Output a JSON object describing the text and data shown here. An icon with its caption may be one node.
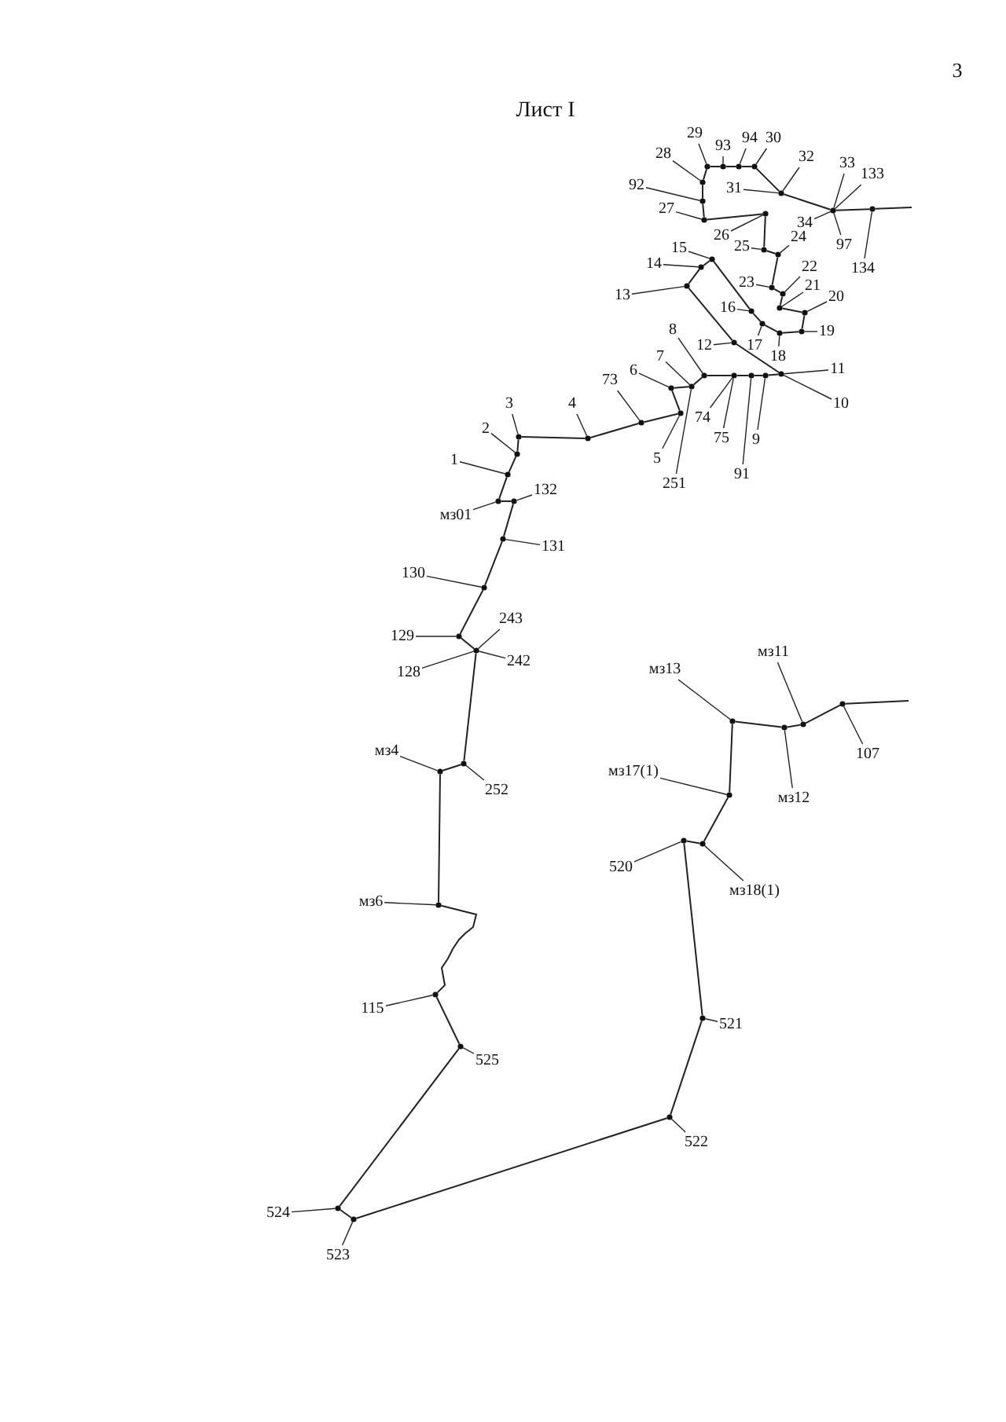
{
  "diagram": {
    "title": "Лист I",
    "nodes": [
      {
        "text": [
          "29"
        ]
      },
      {
        "text": [
          "94"
        ]
      },
      {
        "text": [
          "30"
        ]
      },
      {
        "text": [
          "93"
        ]
      },
      {
        "text": [
          "28"
        ]
      },
      {
        "text": [
          "32"
        ]
      },
      {
        "text": [
          "33"
        ]
      },
      {
        "text": [
          "133"
        ]
      },
      {
        "text": [
          "92"
        ]
      },
      {
        "text": [
          "31"
        ]
      },
      {
        "text": [
          "27"
        ]
      },
      {
        "text": [
          "34"
        ]
      },
      {
        "text": [
          "26"
        ]
      },
      {
        "text": [
          "24"
        ]
      },
      {
        "text": [
          "97"
        ]
      },
      {
        "text": [
          "25"
        ]
      },
      {
        "text": [
          "15"
        ]
      },
      {
        "text": [
          "14"
        ]
      },
      {
        "text": [
          "134"
        ]
      },
      {
        "text": [
          "22"
        ]
      },
      {
        "text": [
          "23"
        ]
      },
      {
        "text": [
          "21"
        ]
      },
      {
        "text": [
          "13"
        ]
      },
      {
        "text": [
          "20"
        ]
      },
      {
        "text": [
          "16"
        ]
      },
      {
        "text": [
          "8"
        ]
      },
      {
        "text": [
          "19"
        ]
      },
      {
        "text": [
          "17"
        ]
      },
      {
        "text": [
          "12"
        ]
      },
      {
        "text": [
          "18"
        ]
      },
      {
        "text": [
          "7"
        ]
      },
      {
        "text": [
          "11"
        ]
      },
      {
        "text": [
          "6"
        ]
      },
      {
        "text": [
          "73"
        ]
      },
      {
        "text": [
          "10"
        ]
      },
      {
        "text": [
          "4"
        ]
      },
      {
        "text": [
          "3"
        ]
      },
      {
        "text": [
          "74"
        ]
      },
      {
        "text": [
          "2"
        ]
      },
      {
        "text": [
          "75"
        ]
      },
      {
        "text": [
          "9"
        ]
      },
      {
        "text": [
          "5"
        ]
      },
      {
        "text": [
          "1"
        ]
      },
      {
        "text": [
          "91"
        ]
      },
      {
        "text": [
          "251"
        ]
      },
      {
        "text": [
          "132"
        ]
      },
      {
        "text": [
          "мз01"
        ]
      },
      {
        "text": [
          "131"
        ]
      },
      {
        "text": [
          "130"
        ]
      },
      {
        "text": [
          "243"
        ]
      },
      {
        "text": [
          "129"
        ]
      },
      {
        "text": [
          "242"
        ]
      },
      {
        "text": [
          "128"
        ]
      },
      {
        "text": [
          "мз11"
        ]
      },
      {
        "text": [
          "мз13"
        ]
      },
      {
        "text": [
          "мз4"
        ]
      },
      {
        "text": [
          "107"
        ]
      },
      {
        "text": [
          "мз17(1)"
        ]
      },
      {
        "text": [
          "252"
        ]
      },
      {
        "text": [
          "мз12"
        ]
      },
      {
        "text": [
          "520"
        ]
      },
      {
        "text": [
          "мз18(1)"
        ]
      },
      {
        "text": [
          "мз6"
        ]
      },
      {
        "text": [
          "115"
        ]
      },
      {
        "text": [
          "521"
        ]
      },
      {
        "text": [
          "525"
        ]
      },
      {
        "text": [
          "522"
        ]
      },
      {
        "text": [
          "524"
        ]
      },
      {
        "text": [
          "523"
        ]
      },
      {
        "text": [],
        "shape": "circle"
      },
      {
        "text": [],
        "shape": "circle"
      },
      {
        "text": [],
        "shape": "circle"
      },
      {
        "text": [],
        "shape": "circle"
      },
      {
        "text": [],
        "shape": "circle"
      },
      {
        "text": [],
        "shape": "circle"
      },
      {
        "text": [],
        "shape": "circle"
      },
      {
        "text": [],
        "shape": "circle"
      },
      {
        "text": [],
        "shape": "circle"
      },
      {
        "text": [],
        "shape": "circle"
      },
      {
        "text": [],
        "shape": "circle"
      },
      {
        "text": [],
        "shape": "circle"
      },
      {
        "text": [],
        "shape": "circle"
      },
      {
        "text": [],
        "shape": "circle"
      },
      {
        "text": [],
        "shape": "circle"
      },
      {
        "text": [],
        "shape": "circle"
      },
      {
        "text": [],
        "shape": "circle"
      },
      {
        "text": [],
        "shape": "circle"
      },
      {
        "text": [],
        "shape": "circle"
      },
      {
        "text": [],
        "shape": "circle"
      },
      {
        "text": [],
        "shape": "circle"
      },
      {
        "text": [],
        "shape": "circle"
      },
      {
        "text": [],
        "shape": "circle"
      },
      {
        "text": [],
        "shape": "circle"
      },
      {
        "text": [],
        "shape": "circle"
      },
      {
        "text": [],
        "shape": "circle"
      },
      {
        "text": [],
        "shape": "circle"
      },
      {
        "text": [],
        "shape": "circle"
      },
      {
        "text": [],
        "shape": "circle"
      },
      {
        "text": [],
        "shape": "circle"
      },
      {
        "text": [],
        "shape": "circle"
      },
      {
        "text": [],
        "shape": "circle"
      },
      {
        "text": [],
        "shape": "circle"
      },
      {
        "text": [],
        "shape": "circle"
      },
      {
        "text": [],
        "shape": "circle"
      },
      {
        "text": [],
        "shape": "circle"
      },
      {
        "text": [],
        "shape": "circle"
      },
      {
        "text": [],
        "shape": "circle"
      },
      {
        "text": [],
        "shape": "circle"
      },
      {
        "text": [],
        "shape": "circle"
      },
      {
        "text": [],
        "shape": "circle"
      },
      {
        "text": [],
        "shape": "circle"
      },
      {
        "text": [],
        "shape": "circle"
      },
      {
        "text": [],
        "shape": "circle"
      },
      {
        "text": [],
        "shape": "circle"
      },
      {
        "text": [],
        "shape": "circle"
      },
      {
        "text": [],
        "shape": "circle"
      },
      {
        "text": [],
        "shape": "circle"
      },
      {
        "text": [],
        "shape": "circle"
      },
      {
        "text": [],
        "shape": "circle"
      },
      {
        "text": [],
        "shape": "circle"
      },
      {
        "text": [],
        "shape": "circle"
      },
      {
        "text": [],
        "shape": "circle"
      },
      {
        "text": [],
        "shape": "circle"
      },
      {
        "text": [],
        "shape": "circle"
      },
      {
        "text": [],
        "shape": "circle"
      },
      {
        "text": [],
        "shape": "circle"
      },
      {
        "text": [],
        "shape": "circle"
      },
      {
        "text": [],
        "shape": "circle"
      },
      {
        "text": [],
        "shape": "circle"
      }
    ],
    "edges": [
      {
        "from": 0,
        "to": 75,
        "arrow": "none"
      },
      {
        "from": 1,
        "to": 73,
        "arrow": "none"
      },
      {
        "from": 2,
        "to": 72,
        "arrow": "none"
      },
      {
        "from": 3,
        "to": 74,
        "arrow": "none"
      },
      {
        "from": 4,
        "to": 76,
        "arrow": "none"
      },
      {
        "from": 5,
        "to": 71,
        "arrow": "none"
      },
      {
        "from": 6,
        "to": 70,
        "arrow": "none"
      },
      {
        "from": 7,
        "to": 70,
        "arrow": "none"
      },
      {
        "from": 8,
        "to": 77,
        "arrow": "none"
      },
      {
        "from": 9,
        "to": 71,
        "arrow": "none"
      },
      {
        "from": 10,
        "to": 78,
        "arrow": "none"
      },
      {
        "from": 11,
        "to": 70,
        "arrow": "none"
      },
      {
        "from": 12,
        "to": 79,
        "arrow": "none"
      },
      {
        "from": 13,
        "to": 81,
        "arrow": "none"
      },
      {
        "from": 14,
        "to": 70,
        "arrow": "none"
      },
      {
        "from": 15,
        "to": 80,
        "arrow": "none"
      },
      {
        "from": 16,
        "to": 90,
        "arrow": "none"
      },
      {
        "from": 17,
        "to": 91,
        "arrow": "none"
      },
      {
        "from": 18,
        "to": 69,
        "arrow": "none"
      },
      {
        "from": 19,
        "to": 83,
        "arrow": "none"
      },
      {
        "from": 20,
        "to": 82,
        "arrow": "none"
      },
      {
        "from": 21,
        "to": 84,
        "arrow": "none"
      },
      {
        "from": 22,
        "to": 92,
        "arrow": "none"
      },
      {
        "from": 23,
        "to": 85,
        "arrow": "none"
      },
      {
        "from": 24,
        "to": 89,
        "arrow": "none"
      },
      {
        "from": 25,
        "to": 98,
        "arrow": "none"
      },
      {
        "from": 26,
        "to": 86,
        "arrow": "none"
      },
      {
        "from": 27,
        "to": 88,
        "arrow": "none"
      },
      {
        "from": 28,
        "to": 93,
        "arrow": "none"
      },
      {
        "from": 29,
        "to": 87,
        "arrow": "none"
      },
      {
        "from": 30,
        "to": 99,
        "arrow": "none"
      },
      {
        "from": 31,
        "to": 94,
        "arrow": "none"
      },
      {
        "from": 32,
        "to": 100,
        "arrow": "none"
      },
      {
        "from": 33,
        "to": 102,
        "arrow": "none"
      },
      {
        "from": 34,
        "to": 94,
        "arrow": "none"
      },
      {
        "from": 35,
        "to": 103,
        "arrow": "none"
      },
      {
        "from": 36,
        "to": 104,
        "arrow": "none"
      },
      {
        "from": 37,
        "to": 97,
        "arrow": "none"
      },
      {
        "from": 38,
        "to": 105,
        "arrow": "none"
      },
      {
        "from": 39,
        "to": 97,
        "arrow": "none"
      },
      {
        "from": 40,
        "to": 95,
        "arrow": "none"
      },
      {
        "from": 41,
        "to": 101,
        "arrow": "none"
      },
      {
        "from": 42,
        "to": 106,
        "arrow": "none"
      },
      {
        "from": 43,
        "to": 96,
        "arrow": "none"
      },
      {
        "from": 44,
        "to": 99,
        "arrow": "none"
      },
      {
        "from": 45,
        "to": 108,
        "arrow": "none"
      },
      {
        "from": 46,
        "to": 107,
        "arrow": "none"
      },
      {
        "from": 47,
        "to": 109,
        "arrow": "none"
      },
      {
        "from": 48,
        "to": 110,
        "arrow": "none"
      },
      {
        "from": 49,
        "to": 112,
        "arrow": "none"
      },
      {
        "from": 50,
        "to": 111,
        "arrow": "none"
      },
      {
        "from": 51,
        "to": 112,
        "arrow": "none"
      },
      {
        "from": 52,
        "to": 112,
        "arrow": "none"
      },
      {
        "from": 53,
        "to": 127,
        "arrow": "none"
      },
      {
        "from": 54,
        "to": 125,
        "arrow": "none"
      },
      {
        "from": 55,
        "to": 114,
        "arrow": "none"
      },
      {
        "from": 56,
        "to": 128,
        "arrow": "none"
      },
      {
        "from": 57,
        "to": 124,
        "arrow": "none"
      },
      {
        "from": 58,
        "to": 113,
        "arrow": "none"
      },
      {
        "from": 59,
        "to": 126,
        "arrow": "none"
      },
      {
        "from": 60,
        "to": 122,
        "arrow": "none"
      },
      {
        "from": 61,
        "to": 123,
        "arrow": "none"
      },
      {
        "from": 62,
        "to": 115,
        "arrow": "none"
      },
      {
        "from": 63,
        "to": 116,
        "arrow": "none"
      },
      {
        "from": 64,
        "to": 121,
        "arrow": "none"
      },
      {
        "from": 65,
        "to": 117,
        "arrow": "none"
      },
      {
        "from": 66,
        "to": 120,
        "arrow": "none"
      },
      {
        "from": 67,
        "to": 118,
        "arrow": "none"
      },
      {
        "from": 68,
        "to": 119,
        "arrow": "none"
      },
      {
        "from": 69,
        "to": 70,
        "arrow": "none"
      },
      {
        "from": 70,
        "to": 71,
        "arrow": "none"
      },
      {
        "from": 71,
        "to": 72,
        "arrow": "none"
      },
      {
        "from": 72,
        "to": 73,
        "arrow": "none"
      },
      {
        "from": 73,
        "to": 74,
        "arrow": "none"
      },
      {
        "from": 74,
        "to": 75,
        "arrow": "none"
      },
      {
        "from": 75,
        "to": 76,
        "arrow": "none"
      },
      {
        "from": 76,
        "to": 77,
        "arrow": "none"
      },
      {
        "from": 77,
        "to": 78,
        "arrow": "none"
      },
      {
        "from": 78,
        "to": 79,
        "arrow": "none"
      },
      {
        "from": 79,
        "to": 80,
        "arrow": "none"
      },
      {
        "from": 80,
        "to": 81,
        "arrow": "none"
      },
      {
        "from": 81,
        "to": 82,
        "arrow": "none"
      },
      {
        "from": 82,
        "to": 83,
        "arrow": "none"
      },
      {
        "from": 83,
        "to": 84,
        "arrow": "none"
      },
      {
        "from": 84,
        "to": 85,
        "arrow": "none"
      },
      {
        "from": 85,
        "to": 86,
        "arrow": "none"
      },
      {
        "from": 86,
        "to": 87,
        "arrow": "none"
      },
      {
        "from": 87,
        "to": 88,
        "arrow": "none"
      },
      {
        "from": 88,
        "to": 89,
        "arrow": "none"
      },
      {
        "from": 89,
        "to": 90,
        "arrow": "none"
      },
      {
        "from": 90,
        "to": 91,
        "arrow": "none"
      },
      {
        "from": 91,
        "to": 92,
        "arrow": "none"
      },
      {
        "from": 92,
        "to": 93,
        "arrow": "none"
      },
      {
        "from": 93,
        "to": 94,
        "arrow": "none"
      },
      {
        "from": 94,
        "to": 95,
        "arrow": "none"
      },
      {
        "from": 95,
        "to": 96,
        "arrow": "none"
      },
      {
        "from": 96,
        "to": 97,
        "arrow": "none"
      },
      {
        "from": 97,
        "to": 98,
        "arrow": "none"
      },
      {
        "from": 98,
        "to": 99,
        "arrow": "none"
      },
      {
        "from": 99,
        "to": 100,
        "arrow": "none"
      },
      {
        "from": 100,
        "to": 101,
        "arrow": "none"
      },
      {
        "from": 101,
        "to": 102,
        "arrow": "none"
      },
      {
        "from": 102,
        "to": 103,
        "arrow": "none"
      },
      {
        "from": 103,
        "to": 104,
        "arrow": "none"
      },
      {
        "from": 104,
        "to": 105,
        "arrow": "none"
      },
      {
        "from": 105,
        "to": 106,
        "arrow": "none"
      },
      {
        "from": 106,
        "to": 107,
        "arrow": "none"
      },
      {
        "from": 107,
        "to": 108,
        "arrow": "none"
      },
      {
        "from": 108,
        "to": 109,
        "arrow": "none"
      },
      {
        "from": 109,
        "to": 110,
        "arrow": "none"
      },
      {
        "from": 110,
        "to": 111,
        "arrow": "none"
      },
      {
        "from": 111,
        "to": 112,
        "arrow": "none"
      },
      {
        "from": 112,
        "to": 113,
        "arrow": "none"
      },
      {
        "from": 113,
        "to": 114,
        "arrow": "none"
      },
      {
        "from": 114,
        "to": 115,
        "arrow": "none"
      },
      {
        "from": 115,
        "to": 116,
        "arrow": "none"
      },
      {
        "from": 116,
        "to": 117,
        "arrow": "none"
      },
      {
        "from": 117,
        "to": 118,
        "arrow": "none"
      },
      {
        "from": 118,
        "to": 119,
        "arrow": "none"
      },
      {
        "from": 119,
        "to": 120,
        "arrow": "none"
      },
      {
        "from": 120,
        "to": 121,
        "arrow": "none"
      },
      {
        "from": 121,
        "to": 122,
        "arrow": "none"
      },
      {
        "from": 122,
        "to": 123,
        "arrow": "none"
      },
      {
        "from": 123,
        "to": 124,
        "arrow": "none"
      },
      {
        "from": 124,
        "to": 125,
        "arrow": "none"
      },
      {
        "from": 125,
        "to": 126,
        "arrow": "none"
      },
      {
        "from": 126,
        "to": 127,
        "arrow": "none"
      },
      {
        "from": 127,
        "to": 128,
        "arrow": "none"
      },
      {
        "from": 128,
        "to": null,
        "arrow": "none"
      },
      {
        "from": 69,
        "to": null,
        "arrow": "none"
      }
    ],
    "labels": [
      "3"
    ]
  }
}
